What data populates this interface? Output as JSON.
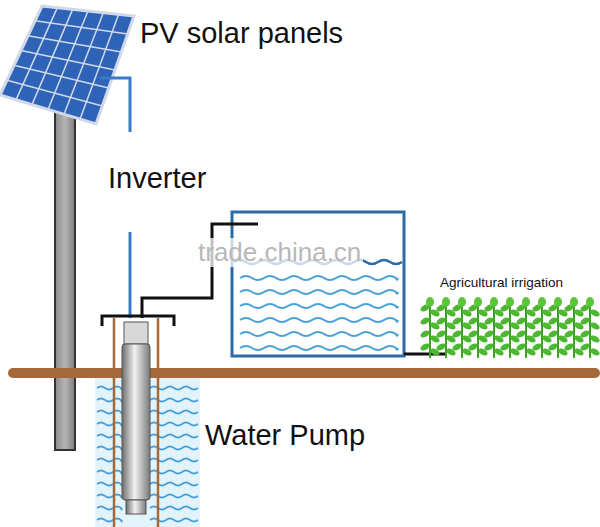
{
  "diagram": {
    "labels": [
      "PV solar panels",
      "Inverter",
      "trade.china.cn",
      "Agricultural irrigation",
      "Water Pump"
    ]
  }
}
